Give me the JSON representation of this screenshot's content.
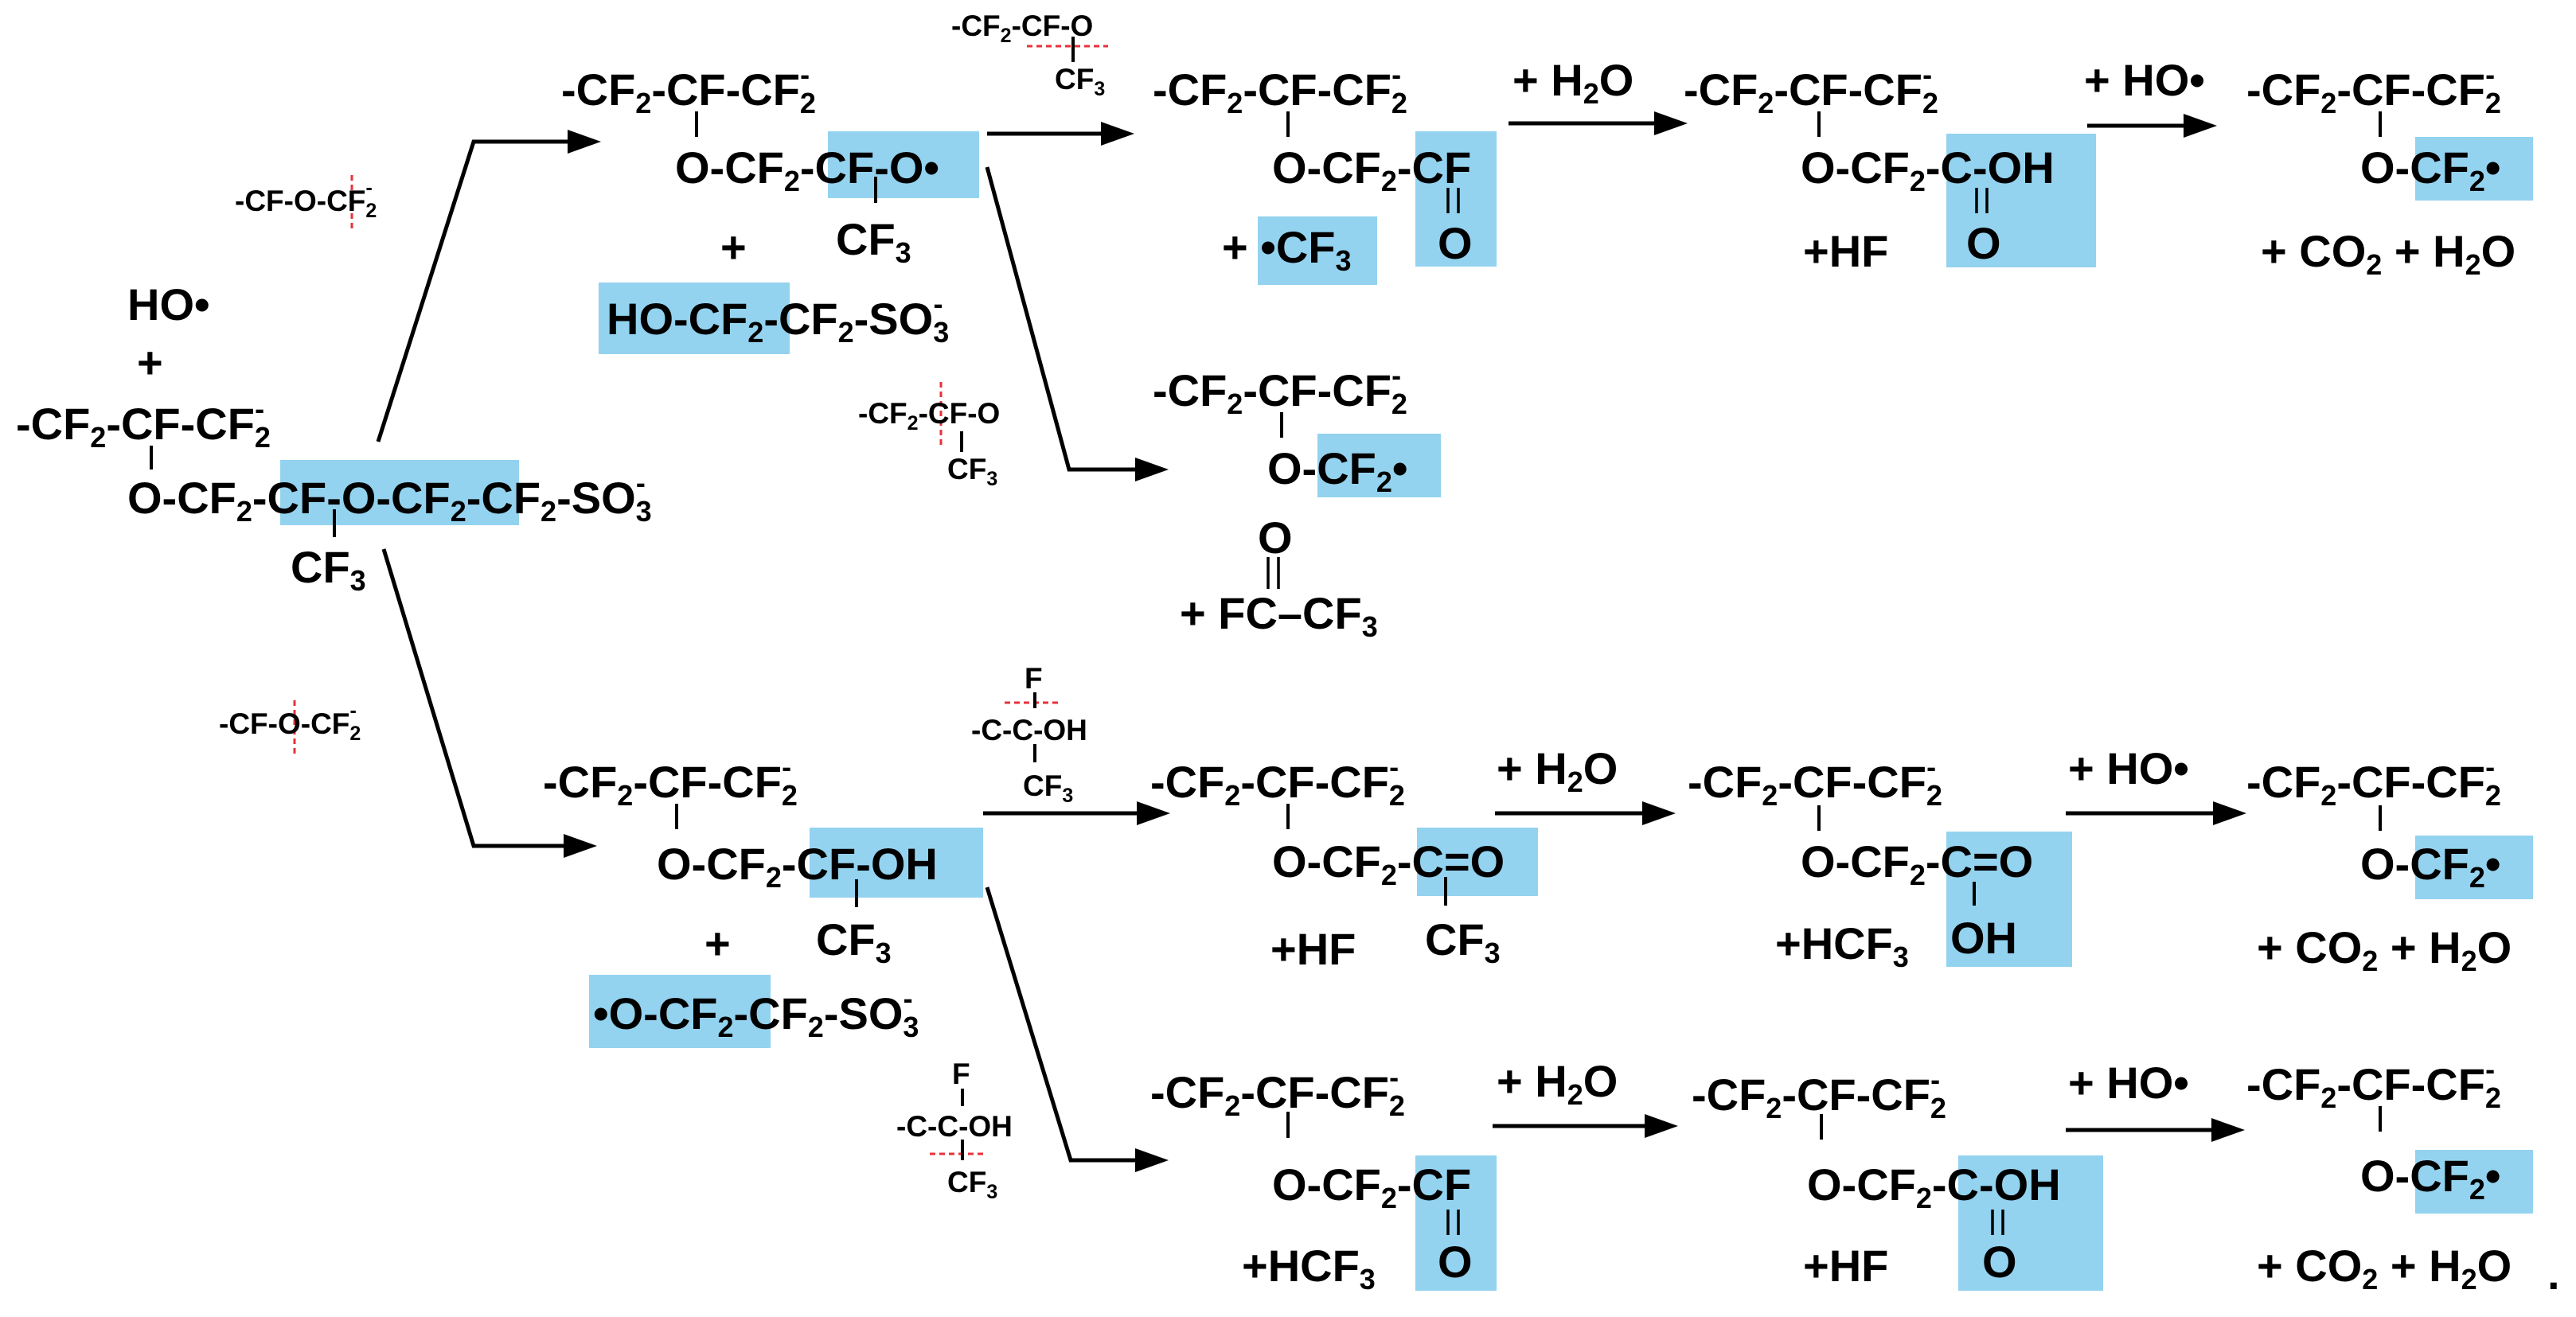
{
  "start": {
    "radical": "HO•",
    "plus": "+",
    "line1": [
      "-CF",
      "2",
      "-CF-CF",
      "2",
      "-"
    ],
    "line2": [
      "O-CF",
      "2",
      "-CF-O-CF",
      "2",
      "-CF",
      "2",
      "-SO",
      "3",
      "-"
    ],
    "line3": [
      "CF",
      "3"
    ]
  },
  "cleavage_labels": {
    "top": [
      "-CF-O-CF",
      "2",
      "-"
    ],
    "bottom": [
      "-CF-O-CF",
      "2",
      "-"
    ]
  },
  "upper_branch": {
    "intermediate": {
      "line1": [
        "-CF",
        "2",
        "-CF-CF",
        "2",
        "-"
      ],
      "line2": [
        "O-CF",
        "2",
        "-CF-O•"
      ],
      "line3": [
        "CF",
        "3"
      ]
    },
    "plus": "+",
    "coproduct": [
      "HO-CF",
      "2",
      "-CF",
      "2",
      "-SO",
      "3",
      "-"
    ],
    "cut_a": {
      "line1": [
        "-CF",
        "2",
        "-CF-O"
      ],
      "line2": [
        "CF",
        "3"
      ]
    },
    "cut_b": {
      "line1": [
        "-CF",
        "2",
        "-CF-O"
      ],
      "line2": [
        "CF",
        "3"
      ]
    },
    "acyl": {
      "line1": [
        "-CF",
        "2",
        "-CF-CF",
        "2",
        "-"
      ],
      "line2": [
        "O-CF",
        "2",
        "-CF"
      ],
      "line3": "O",
      "byproduct": "+ •CF",
      "byproduct_sub": "3"
    },
    "acid": {
      "reagent": "+ H",
      "reagent_sub": "2",
      "reagent_tail": "O",
      "line1": [
        "-CF",
        "2",
        "-CF-CF",
        "2",
        "-"
      ],
      "line2": [
        "O-CF",
        "2",
        "-C-OH"
      ],
      "line3": "O",
      "byproduct": "+HF"
    },
    "final": {
      "reagent": "+ HO•",
      "line1": [
        "-CF",
        "2",
        "-CF-CF",
        "2",
        "-"
      ],
      "line2": [
        "O-CF",
        "2",
        "•"
      ],
      "byproduct": [
        "+ CO",
        "2",
        " + H",
        "2",
        "O"
      ]
    },
    "alt": {
      "line1": [
        "-CF",
        "2",
        "-CF-CF",
        "2",
        "-"
      ],
      "line2": [
        "O-CF",
        "2",
        "•"
      ],
      "co_o": "O",
      "co_line": [
        "+ FC–CF",
        "3"
      ]
    }
  },
  "lower_branch": {
    "intermediate": {
      "line1": [
        "-CF",
        "2",
        "-CF-CF",
        "2",
        "-"
      ],
      "line2": [
        "O-CF",
        "2",
        "-CF-OH"
      ],
      "line3": [
        "CF",
        "3"
      ]
    },
    "plus": "+",
    "coproduct": [
      "•O-CF",
      "2",
      "-CF",
      "2",
      "-SO",
      "3",
      "-"
    ],
    "cut_c": {
      "top": "F",
      "line1": "-C-C-OH",
      "line2": [
        "CF",
        "3"
      ]
    },
    "cut_d": {
      "top": "F",
      "line1": "-C-C-OH",
      "line2": [
        "CF",
        "3"
      ]
    },
    "ketone": {
      "line1": [
        "-CF",
        "2",
        "-CF-CF",
        "2",
        "-"
      ],
      "line2": [
        "O-CF",
        "2",
        "-C=O"
      ],
      "line3": [
        "CF",
        "3"
      ],
      "byproduct": "+HF"
    },
    "acid": {
      "reagent": "+ H",
      "reagent_sub": "2",
      "reagent_tail": "O",
      "line1": [
        "-CF",
        "2",
        "-CF-CF",
        "2",
        "-"
      ],
      "line2": [
        "O-CF",
        "2",
        "-C=O"
      ],
      "line3": "OH",
      "byproduct": [
        "+HCF",
        "3"
      ]
    },
    "final": {
      "reagent": "+ HO•",
      "line1": [
        "-CF",
        "2",
        "-CF-CF",
        "2",
        "-"
      ],
      "line2": [
        "O-CF",
        "2",
        "•"
      ],
      "byproduct": [
        "+ CO",
        "2",
        " + H",
        "2",
        "O"
      ]
    },
    "acyl2": {
      "line1": [
        "-CF",
        "2",
        "-CF-CF",
        "2",
        "-"
      ],
      "line2": [
        "O-CF",
        "2",
        "-CF"
      ],
      "line3": "O",
      "byproduct": [
        "+HCF",
        "3"
      ]
    },
    "acid2": {
      "reagent": "+ H",
      "reagent_sub": "2",
      "reagent_tail": "O",
      "line1": [
        "-CF",
        "2",
        "-CF-CF",
        "2",
        "-"
      ],
      "line2": [
        "O-CF",
        "2",
        "-C-OH"
      ],
      "line3": "O",
      "byproduct": "+HF"
    },
    "final2": {
      "reagent": "+ HO•",
      "line1": [
        "-CF",
        "2",
        "-CF-CF",
        "2",
        "-"
      ],
      "line2": [
        "O-CF",
        "2",
        "•"
      ],
      "byproduct": [
        "+ CO",
        "2",
        " + H",
        "2",
        "O"
      ],
      "period": "."
    }
  },
  "colors": {
    "highlight": "#93d3ef",
    "cleavage": "#e8313a",
    "ink": "#000000"
  }
}
